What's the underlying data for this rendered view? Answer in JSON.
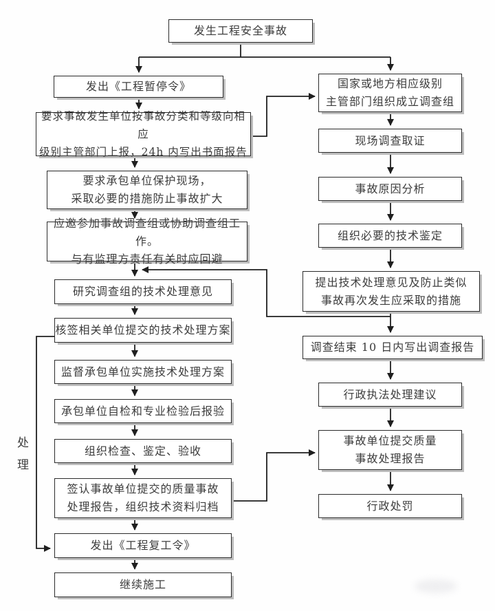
{
  "flow": {
    "start": "发生工程安全事故",
    "side_label": "处理",
    "left": [
      "发出《工程暂停令》",
      "要求事故发生单位按事故分类和等级向相应\n级别主管部门上报，24h 内写出书面报告",
      "要求承包单位保护现场，\n采取必要的措施防止事故扩大",
      "应邀参加事故调查组或协助调查组工作。\n与有监理方责任有关时应回避",
      "研究调查组的技术处理意见",
      "核签相关单位提交的技术处理方案",
      "监督承包单位实施技术处理方案",
      "承包单位自检和专业检验后报验",
      "组织检查、鉴定、验收",
      "签认事故单位提交的质量事故\n处理报告，组织技术资料归档",
      "发出《工程复工令》",
      "继续施工"
    ],
    "right": [
      "国家或地方相应级别\n主管部门组织成立调查组",
      "现场调查取证",
      "事故原因分析",
      "组织必要的技术鉴定",
      "提出技术处理意见及防止类似\n事故再次发生应采取的措施",
      "调查结束 10 日内写出调查报告",
      "行政执法处理建议",
      "事故单位提交质量\n事故处理报告",
      "行政处罚"
    ],
    "colors": {
      "line": "#1f1f1f",
      "border": "#2b2b2b",
      "shadow": "#bdbdbd",
      "text": "#3c3c3c"
    }
  }
}
